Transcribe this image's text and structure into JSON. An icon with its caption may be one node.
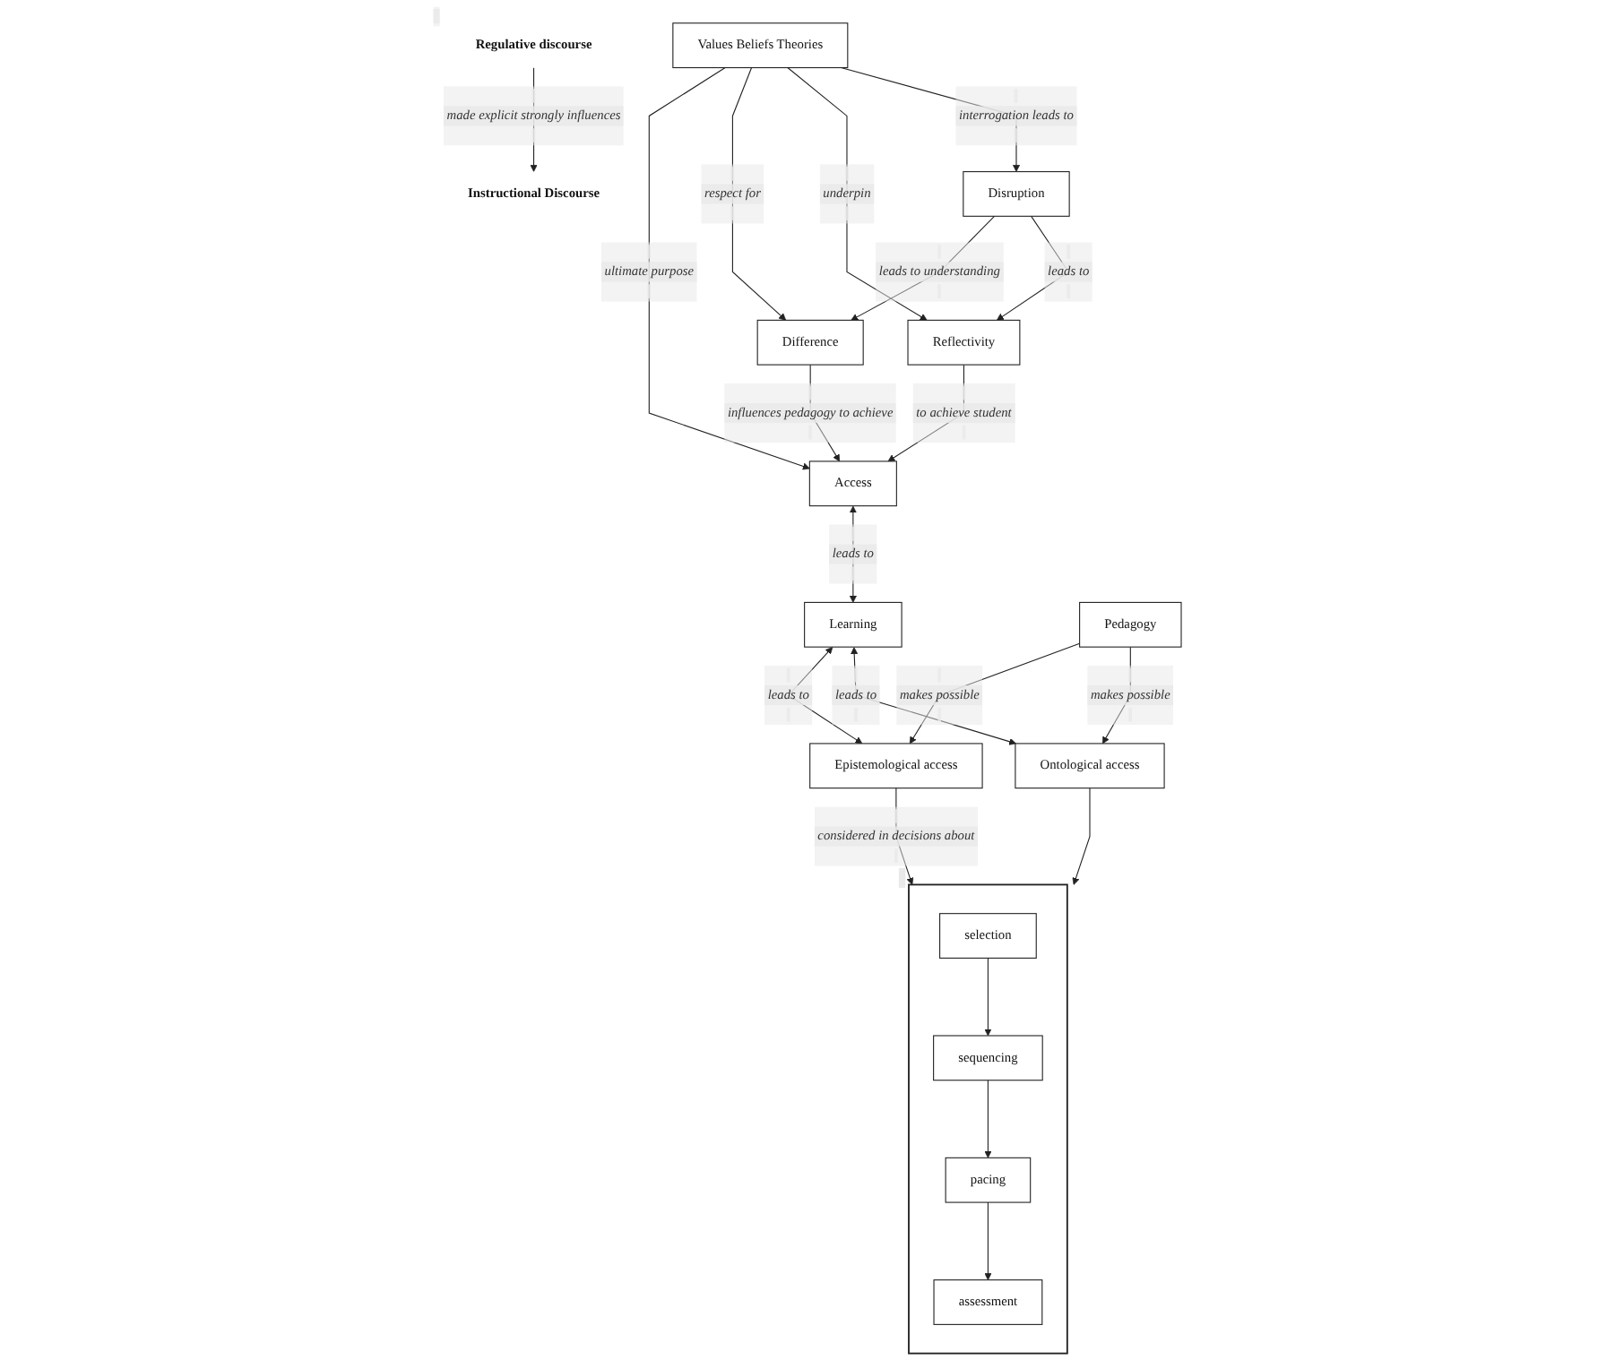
{
  "diagram": {
    "nodes": [
      {
        "text": [
          "Regulative discourse"
        ]
      },
      {
        "text": [
          "Instructional Discourse"
        ]
      },
      {
        "text": [
          "Access"
        ]
      },
      {
        "text": [
          "Learning"
        ]
      },
      {
        "text": [
          "Difference"
        ]
      },
      {
        "text": [
          "Values Beliefs Theories"
        ]
      },
      {
        "text": [
          "Reflectivity"
        ]
      },
      {
        "text": [
          "Epistemological access"
        ]
      },
      {
        "text": [
          "Ontological access"
        ]
      },
      {
        "text": [],
        "shape": "bracket"
      },
      {
        "text": [
          "selection"
        ],
        "in": 9
      },
      {
        "text": [
          "sequencing"
        ],
        "in": 9
      },
      {
        "text": [
          "pacing"
        ],
        "in": 9
      },
      {
        "text": [
          "assessment"
        ],
        "in": 9
      },
      {
        "text": [
          "Disruption"
        ]
      },
      {
        "text": [
          "Pedagogy"
        ]
      }
    ],
    "edges": [
      {
        "from": 0,
        "to": 1,
        "arrow": "to",
        "label": "made explicit strongly influences"
      },
      {
        "from": 2,
        "to": 3,
        "arrow": "both",
        "label": "leads to"
      },
      {
        "from": 3,
        "to": 7,
        "arrow": "both",
        "label": "leads to"
      },
      {
        "from": 3,
        "to": 8,
        "arrow": "both",
        "label": "leads to"
      },
      {
        "from": 4,
        "to": 2,
        "arrow": "to",
        "label": "influences pedagogy to achieve"
      },
      {
        "from": 5,
        "to": 2,
        "arrow": "to",
        "label": "ultimate purpose"
      },
      {
        "from": 6,
        "to": 2,
        "arrow": "to",
        "label": "to achieve student"
      },
      {
        "from": 5,
        "to": 4,
        "arrow": "to",
        "label": "respect for"
      },
      {
        "from": 5,
        "to": 6,
        "arrow": "to",
        "label": "underpin"
      },
      {
        "from": 14,
        "to": 4,
        "arrow": "to",
        "label": "leads to understanding"
      },
      {
        "from": 5,
        "to": 14,
        "arrow": "to",
        "label": "interrogation leads to"
      },
      {
        "from": 14,
        "to": 6,
        "arrow": "to",
        "label": "leads to"
      },
      {
        "from": 7,
        "to": 9,
        "arrow": "to",
        "label": "considered in decisions about"
      },
      {
        "from": 8,
        "to": 9,
        "arrow": "to"
      },
      {
        "from": 10,
        "to": 11,
        "arrow": "to"
      },
      {
        "from": 11,
        "to": 12,
        "arrow": "to"
      },
      {
        "from": 12,
        "to": 13,
        "arrow": "to"
      },
      {
        "from": 15,
        "to": 7,
        "arrow": "to",
        "label": "makes possible"
      },
      {
        "from": 15,
        "to": 8,
        "arrow": "to",
        "label": "makes possible"
      }
    ]
  }
}
